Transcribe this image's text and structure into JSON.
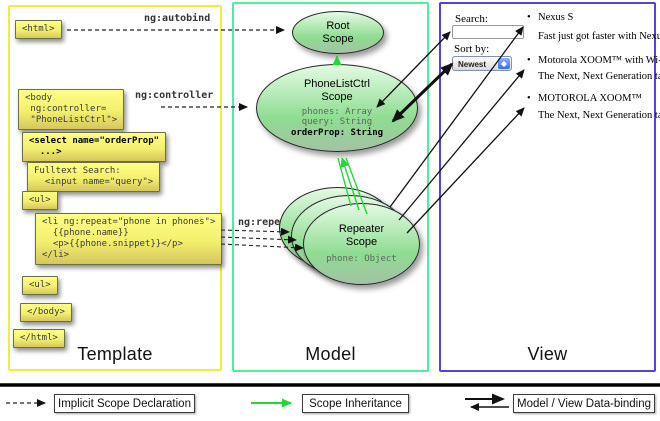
{
  "columns": {
    "template": "Template",
    "model": "Model",
    "view": "View"
  },
  "template": {
    "html_open": "<html>",
    "body_open": "<body\n ng:controller=\n \"PhoneListCtrl\">",
    "select_box": "<select name=\"orderProp\"\n  ...>",
    "fulltext_box": "Fulltext Search:\n  <input name=\"query\">",
    "ul_open": "<ul>",
    "li_repeat": "<li ng:repeat=\"phone in phones\">\n  {{phone.name}}\n  <p>{{phone.snippet}}</p>\n</li>",
    "ul_close": "<ul>",
    "body_close": "</body>",
    "html_close": "</html>"
  },
  "arrow_labels": {
    "autobind": "ng:autobind",
    "controller": "ng:controller",
    "repeat": "ng:repeat"
  },
  "model": {
    "root_scope": {
      "title": "Root\nScope"
    },
    "phonelist_scope": {
      "title": "PhoneListCtrl\nScope",
      "prop_phones": "phones: Array",
      "prop_query": "query: String",
      "prop_orderprop": "orderProp: String"
    },
    "repeater_scope": {
      "title": "Repeater\nScope",
      "prop_phone": "phone: Object"
    }
  },
  "view": {
    "search_label": "Search:",
    "search_value": "",
    "sort_label": "Sort by:",
    "sort_value": "Newest",
    "bullet": "•",
    "items": [
      {
        "title": "Nexus S",
        "desc": "Fast just got faster with Nexus S."
      },
      {
        "title": "Motorola XOOM™ with Wi-Fi",
        "desc": "The Next, Next Generation tablet."
      },
      {
        "title": "MOTOROLA XOOM™",
        "desc": "The Next, Next Generation tablet."
      }
    ]
  },
  "legend": {
    "implicit": "Implicit Scope Declaration",
    "inheritance": "Scope Inheritance",
    "databinding": "Model / View Data-binding"
  },
  "colors": {
    "template_border": "#f2ee38",
    "model_border": "#4cf09a",
    "view_border": "#5a40d8",
    "green_arrow": "#2bd33c",
    "box_yellow": "#f3ef6e",
    "ellipse_green": "#8fdc92",
    "arrow_black": "#111111"
  }
}
